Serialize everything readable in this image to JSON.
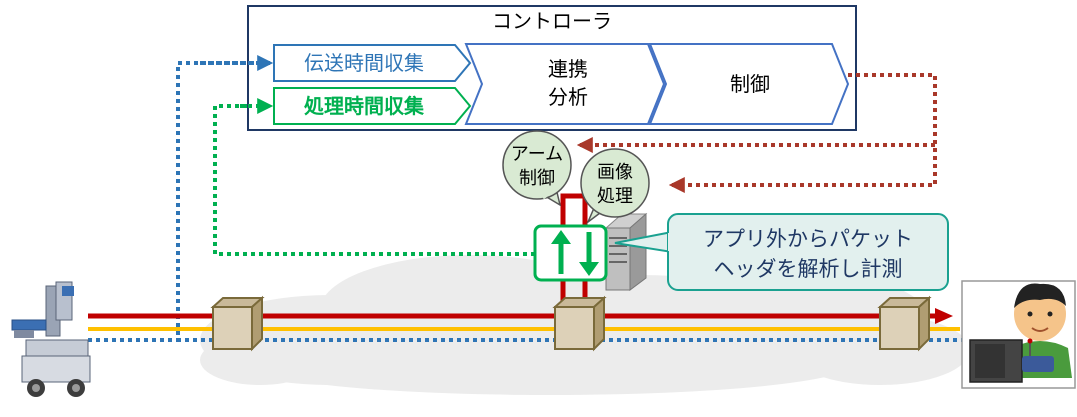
{
  "controller": {
    "title": "コントローラ",
    "stages": {
      "transmission_time": "伝送時間収集",
      "processing_time": "処理時間収集",
      "analysis_line1": "連携",
      "analysis_line2": "分析",
      "control": "制御"
    }
  },
  "bubbles": {
    "arm_control_line1": "アーム",
    "arm_control_line2": "制御",
    "image_processing_line1": "画像",
    "image_processing_line2": "処理"
  },
  "callout": {
    "line1": "アプリ外からパケット",
    "line2": "ヘッダを解析し計測"
  },
  "colors": {
    "controller_border": "#1f3864",
    "chevron_border": "#4472c4",
    "transmission_blue": "#2e75b6",
    "processing_green": "#00b050",
    "control_feedback_red": "#a9382a",
    "path_red": "#c00000",
    "path_yellow": "#ffc000",
    "bubble_fill": "#d9ead3",
    "cloud_fill": "#ececec",
    "switch_fill": "#d9cdb4",
    "callout_fill": "#e2f0ee",
    "callout_border": "#1aa190"
  },
  "icons": {
    "robot": "robot-arm-icon",
    "server": "server-icon",
    "operator": "operator-icon",
    "switch": "network-switch-icon",
    "measure": "up-down-arrows-icon"
  }
}
